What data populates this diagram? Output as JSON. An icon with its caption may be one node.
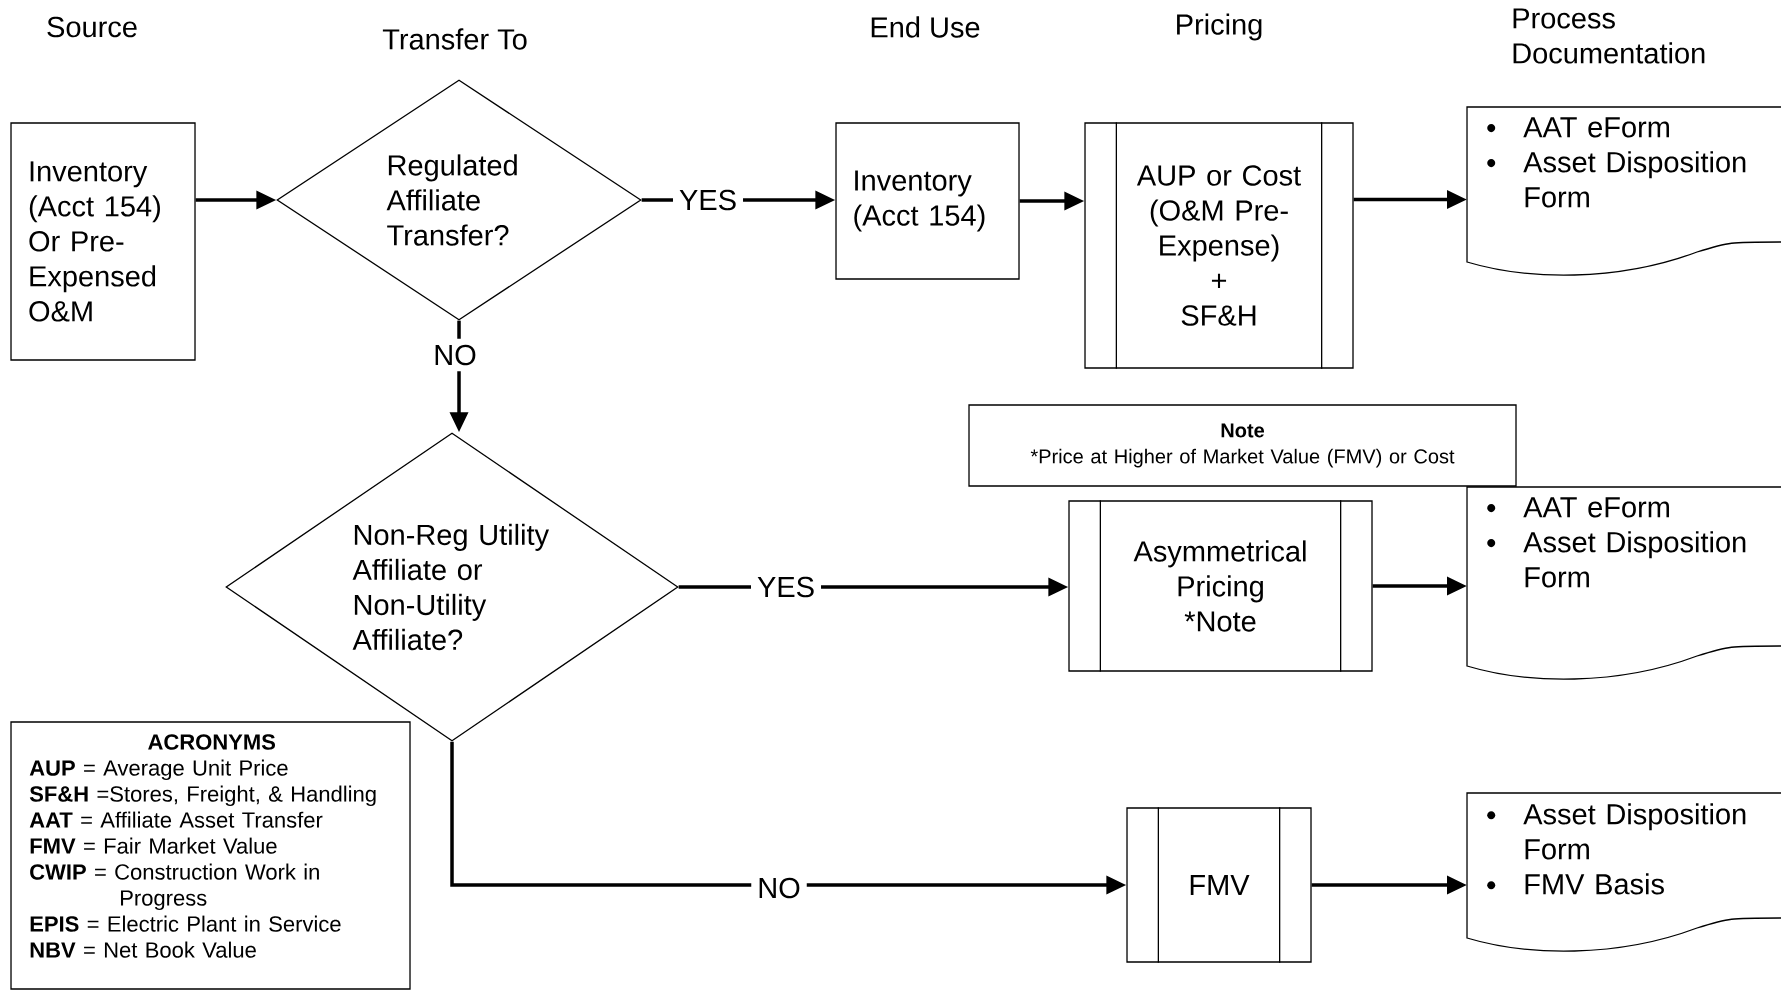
{
  "diagram": {
    "nodes": [
      {
        "text": [
          "Inventory (Acct 154) Or Pre-Expensed O&M"
        ]
      },
      {
        "text": [
          "Regulated Affiliate Transfer?"
        ]
      },
      {
        "text": [
          "Inventory (Acct 154)"
        ]
      },
      {
        "text": [
          "AUP or Cost",
          "(O&M Pre-Expense)",
          "+",
          "SF&H"
        ]
      },
      {
        "text": [
          "AAT eForm",
          "Asset Disposition Form"
        ]
      },
      {
        "text": [
          "Non-Reg Utility Affiliate or Non-Utility Affiliate?"
        ]
      },
      {
        "text": [
          "Note",
          "*Price at Higher of Market Value (FMV) or Cost"
        ]
      },
      {
        "text": [
          "Asymmetrical Pricing",
          "*Note"
        ]
      },
      {
        "text": [
          "AAT eForm",
          "Asset Disposition Form"
        ]
      },
      {
        "text": [
          "FMV"
        ]
      },
      {
        "text": [
          "Asset Disposition Form",
          "FMV Basis"
        ]
      },
      {
        "text": [
          "ACRONYMS",
          "**AUP** = Average Unit Price",
          "**SF&H** =Stores, Freight, & Handling",
          "**AAT** = Affiliate Asset Transfer",
          "**FMV** = Fair Market Value",
          "**CWIP** = Construction Work in Progress",
          "**EPIS** = Electric Plant in Service",
          "**NBV** = Net Book Value"
        ]
      }
    ],
    "edges": [
      {
        "from": 0,
        "to": 1,
        "arrow": "to"
      },
      {
        "from": 1,
        "to": 2,
        "arrow": "to",
        "label": "YES"
      },
      {
        "from": 2,
        "to": 3,
        "arrow": "to"
      },
      {
        "from": 3,
        "to": 4,
        "arrow": "to"
      },
      {
        "from": 1,
        "to": 5,
        "arrow": "to",
        "label": "NO"
      },
      {
        "from": 5,
        "to": 7,
        "arrow": "to",
        "label": "YES"
      },
      {
        "from": 7,
        "to": 8,
        "arrow": "to"
      },
      {
        "from": 5,
        "to": 9,
        "arrow": "to",
        "label": "NO"
      },
      {
        "from": 9,
        "to": 10,
        "arrow": "to"
      }
    ],
    "labels": [
      "Source",
      "Transfer To",
      "End Use",
      "Pricing",
      "Process Documentation"
    ]
  }
}
